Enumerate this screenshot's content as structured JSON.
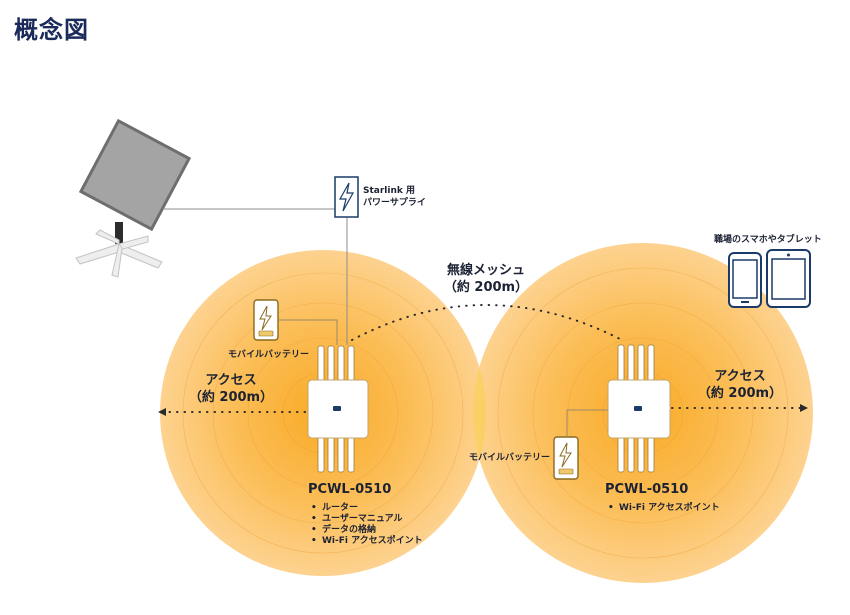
{
  "title": "概念図",
  "power_supply": {
    "line1": "Starlink 用",
    "line2": "パワーサプライ"
  },
  "mesh": {
    "line1": "無線メッシュ",
    "line2": "（約 200m）"
  },
  "left_access": {
    "line1": "アクセス",
    "line2": "（約 200m）"
  },
  "right_access": {
    "line1": "アクセス",
    "line2": "（約 200m）"
  },
  "left_battery_label": "モバイルバッテリー",
  "right_battery_label": "モバイルバッテリー",
  "devices_label": "職場のスマホやタブレット",
  "left_router": {
    "model": "PCWL-0510",
    "items": [
      "ルーター",
      "ユーザーマニュアル",
      "データの格納",
      "Wi-Fi アクセスポイント"
    ]
  },
  "right_router": {
    "model": "PCWL-0510",
    "items": [
      "Wi-Fi アクセスポイント"
    ]
  },
  "colors": {
    "coverage": "#f7a81b",
    "title": "#1a2a5a",
    "device_outline": "#1a3a6a"
  }
}
